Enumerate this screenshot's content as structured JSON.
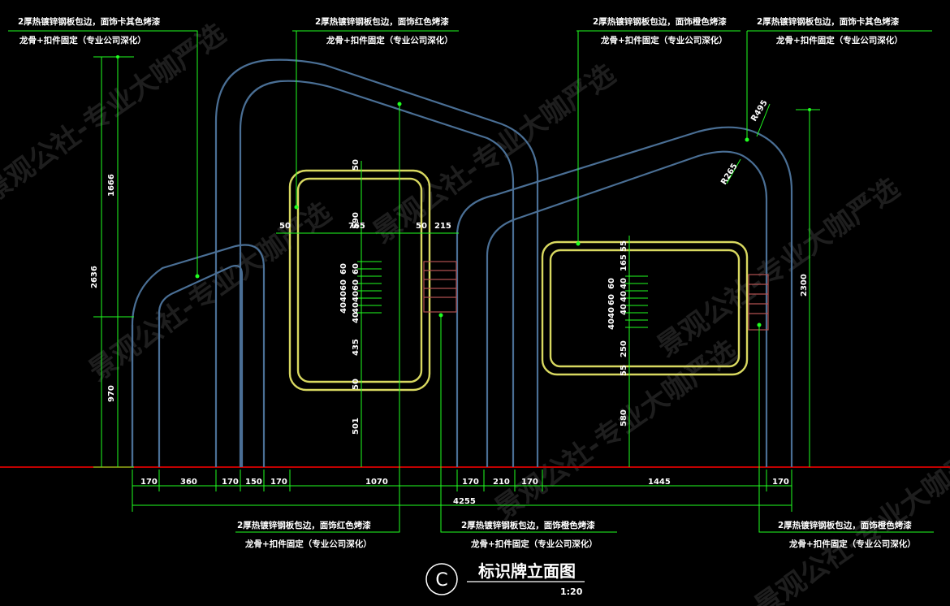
{
  "callouts": {
    "top_left": {
      "line1": "2厚热镀锌钢板包边，面饰卡其色烤漆",
      "line2": "龙骨+扣件固定（专业公司深化）"
    },
    "top_mid_left": {
      "line1": "2厚热镀锌钢板包边，面饰红色烤漆",
      "line2": "龙骨+扣件固定（专业公司深化）"
    },
    "top_mid_right": {
      "line1": "2厚热镀锌钢板包边，面饰橙色烤漆",
      "line2": "龙骨+扣件固定（专业公司深化）"
    },
    "top_right": {
      "line1": "2厚热镀锌钢板包边，面饰卡其色烤漆",
      "line2": "龙骨+扣件固定（专业公司深化）"
    },
    "bottom_left": {
      "line1": "2厚热镀锌钢板包边，面饰红色烤漆",
      "line2": "龙骨+扣件固定（专业公司深化）"
    },
    "bottom_mid": {
      "line1": "2厚热镀锌钢板包边，面饰橙色烤漆",
      "line2": "龙骨+扣件固定（专业公司深化）"
    },
    "bottom_right": {
      "line1": "2厚热镀锌钢板包边，面饰橙色烤漆",
      "line2": "龙骨+扣件固定（专业公司深化）"
    }
  },
  "dimensions": {
    "bottom_segments": [
      "170",
      "360",
      "170",
      "150",
      "170",
      "1070",
      "170",
      "210",
      "170",
      "1445",
      "170"
    ],
    "overall_width": "4255",
    "left_vertical": {
      "overall": "2636",
      "upper": "1666",
      "lower": "970"
    },
    "right_vertical": "2300",
    "radius_outer": "R495",
    "radius_inner": "R265",
    "panel_left": {
      "top": "50",
      "width": "765",
      "side_left": "50",
      "side_right": "50",
      "offset_right": "215",
      "height": "590",
      "stack": [
        "60",
        "60",
        "40",
        "40",
        "40",
        "60",
        "60",
        "40",
        "40"
      ],
      "middle": "435",
      "lower_margin": "50",
      "base": "501"
    },
    "panel_right": {
      "top": "55",
      "upper": "165",
      "stack": [
        "40",
        "40",
        "40",
        "60",
        "60",
        "40",
        "40"
      ],
      "middle": "250",
      "lower_margin": "55",
      "base": "580"
    }
  },
  "title": {
    "marker": "C",
    "text": "标识牌立面图",
    "scale": "1:20"
  },
  "watermark": "景观公社-专业大咖严选",
  "colors": {
    "background": "#000000",
    "frame": "#4a6f95",
    "panel": "#d8d860",
    "dimension": "#20ff20",
    "ground": "#c00000",
    "callout_text": "#ffffff",
    "bracket": "#b05050"
  }
}
